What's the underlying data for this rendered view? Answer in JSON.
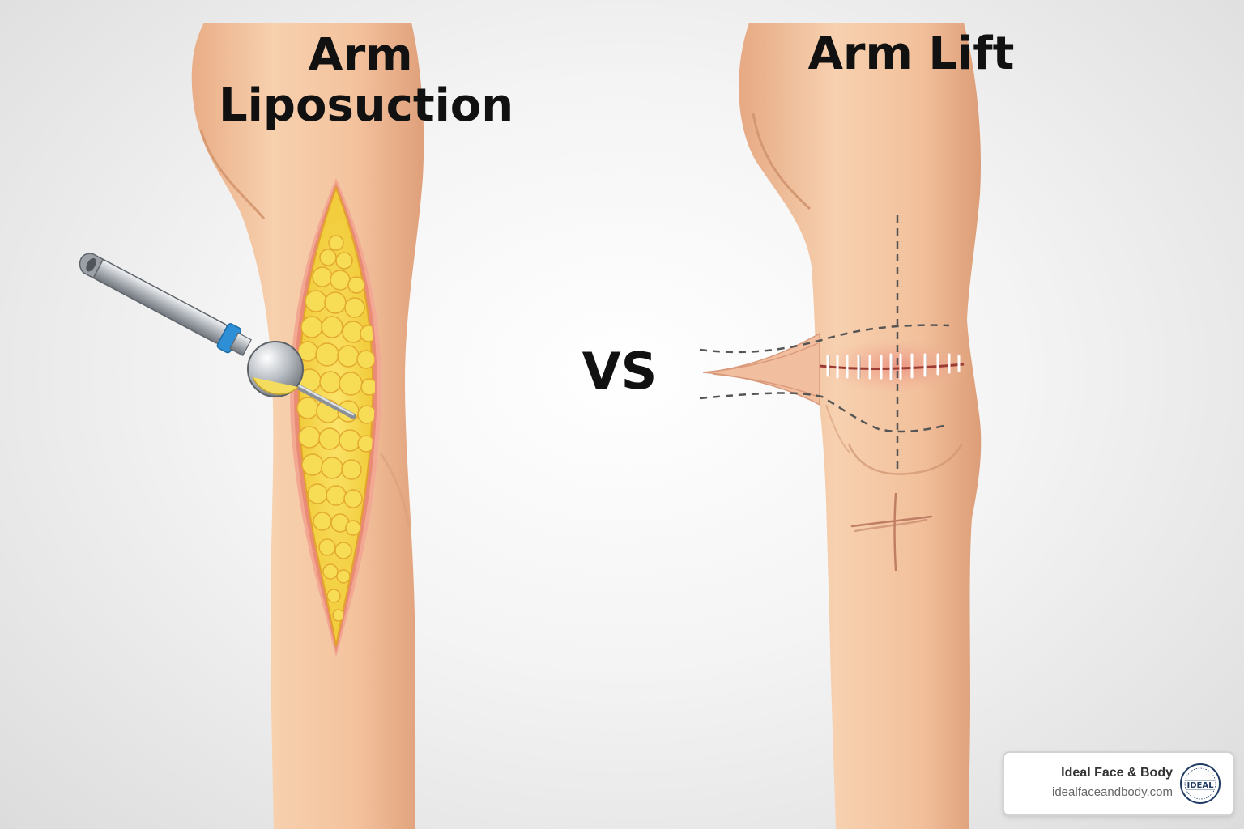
{
  "left_panel": {
    "title_line1": "Arm",
    "title_line2": "Liposuction"
  },
  "right_panel": {
    "title": "Arm Lift"
  },
  "divider": {
    "vs_label": "VS"
  },
  "branding": {
    "name": "Ideal Face & Body",
    "url": "idealfaceandbody.com",
    "seal_text": "IDEAL"
  },
  "colors": {
    "skin": "#f5c9a4",
    "skin_shadow": "#e4ab84",
    "fat": "#f5d33c",
    "fat_edge": "#e8a23a",
    "tissue_pink": "#f0a08e",
    "cannula_steel": "#b8bcc2",
    "cannula_ring": "#2e8fd6",
    "text": "#111111"
  }
}
